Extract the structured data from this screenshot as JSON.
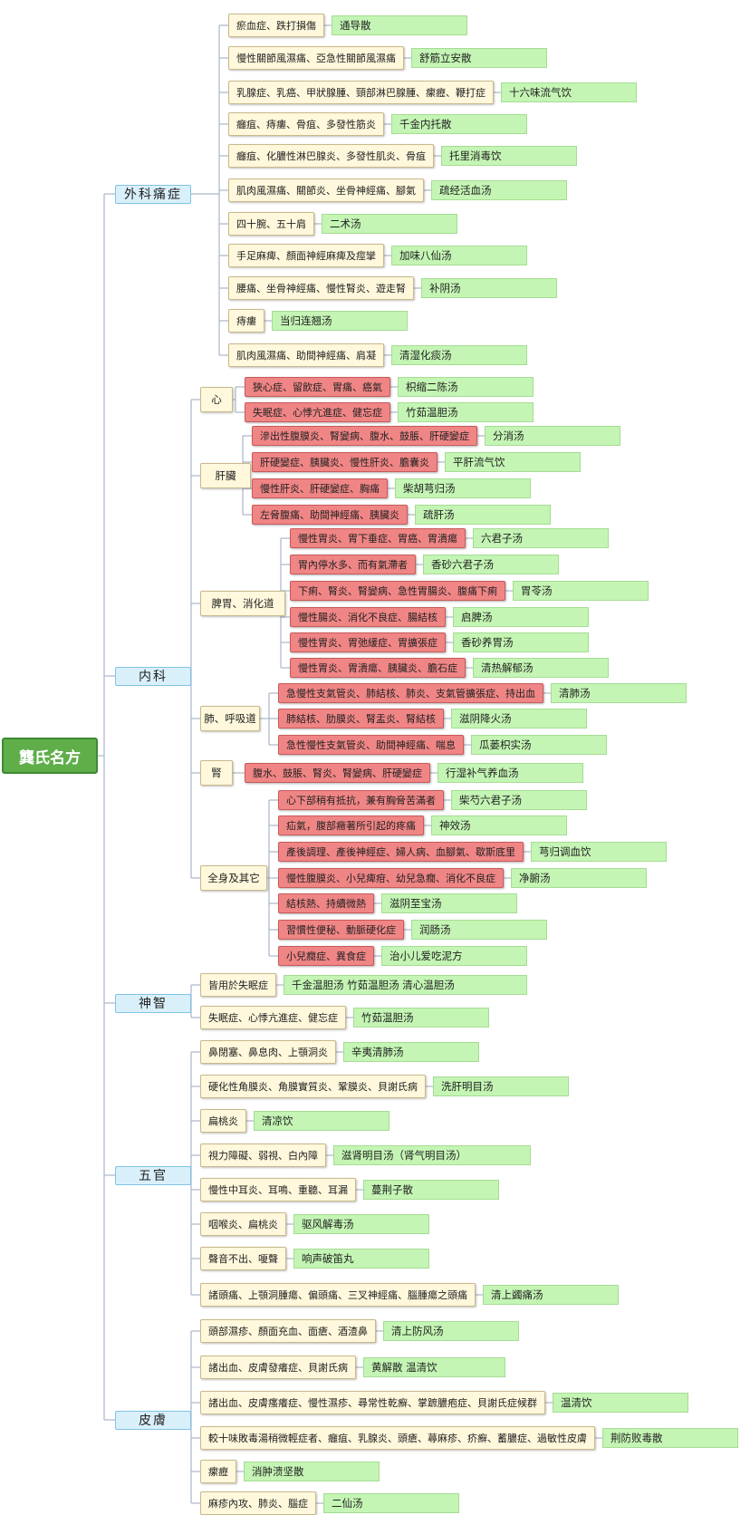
{
  "root": "龔氏名方",
  "categories": [
    {
      "label": "外科痛症",
      "items": [
        {
          "cond": "瘀血症、跌打損傷",
          "rem": "通导散"
        },
        {
          "cond": "慢性關節風濕痛、亞急性關節風濕痛",
          "rem": "舒筋立安散"
        },
        {
          "cond": "乳腺症、乳癌、甲狀腺腫、頸部淋巴腺腫、瘰癧、鞭打症",
          "rem": "十六味流气饮"
        },
        {
          "cond": "癰疽、痔瘻、骨疽、多發性筋炎",
          "rem": "千金内托散"
        },
        {
          "cond": "癰疽、化膿性淋巴腺炎、多發性肌炎、骨疽",
          "rem": "托里消毒饮"
        },
        {
          "cond": "肌肉風濕痛、關節炎、坐骨神經痛、腳氣",
          "rem": "疏经活血汤"
        },
        {
          "cond": "四十腕、五十肩",
          "rem": "二术汤"
        },
        {
          "cond": "手足麻痺、顏面神經麻痺及痙攣",
          "rem": "加味八仙汤"
        },
        {
          "cond": "腰痛、坐骨神經痛、慢性腎炎、遊走腎",
          "rem": "补阴汤"
        },
        {
          "cond": "痔瘻",
          "rem": "当归连翘汤"
        },
        {
          "cond": "肌肉風濕痛、助間神經痛、肩凝",
          "rem": "清湿化痰汤"
        }
      ]
    },
    {
      "label": "内科",
      "subs": [
        {
          "label": "心",
          "items": [
            {
              "cond": "狹心症、留飲症、胃痛、癌氣",
              "rem": "枳缩二陈汤"
            },
            {
              "cond": "失眠症、心悸亢進症、健忘症",
              "rem": "竹茹温胆汤"
            }
          ]
        },
        {
          "label": "肝臟",
          "items": [
            {
              "cond": "滲出性腹膜炎、腎變病、腹水、鼓脹、肝硬變症",
              "rem": "分消汤"
            },
            {
              "cond": "肝硬變症、胰臟炎、慢性肝炎、膽囊炎",
              "rem": "平肝流气饮"
            },
            {
              "cond": "慢性肝炎、肝硬變症、胸痛",
              "rem": "柴胡芎归汤"
            },
            {
              "cond": "左脅腹痛、助間神經痛、胰臟炎",
              "rem": "疏肝汤"
            }
          ]
        },
        {
          "label": "脾胃、消化道",
          "items": [
            {
              "cond": "慢性胃炎、胃下垂症、胃癌、胃潰瘍",
              "rem": "六君子汤"
            },
            {
              "cond": "胃內停水多、而有氣滯者",
              "rem": "香砂六君子汤"
            },
            {
              "cond": "下痢、腎炎、腎變病、急性胃腸炎、腹痛下痢",
              "rem": "胃苓汤"
            },
            {
              "cond": "慢性腸炎、消化不良症、腸結核",
              "rem": "启脾汤"
            },
            {
              "cond": "慢性胃炎、胃弛緩症、胃擴張症",
              "rem": "香砂养胃汤"
            },
            {
              "cond": "慢性胃炎、胃潰瘍、胰臟炎、膽石症",
              "rem": "清热解郁汤"
            }
          ]
        },
        {
          "label": "肺、呼吸道",
          "items": [
            {
              "cond": "急慢性支氣管炎、肺結核、肺炎、支氣管擴張症、持出血",
              "rem": "清肺汤"
            },
            {
              "cond": "肺結核、肋膜炎、腎盂炎、腎結核",
              "rem": "滋阴降火汤"
            },
            {
              "cond": "急性慢性支氣管炎、助間神經痛、喘息",
              "rem": "瓜蒌枳实汤"
            }
          ]
        },
        {
          "label": "腎",
          "items": [
            {
              "cond": "腹水、鼓脹、腎炎、腎變病、肝硬變症",
              "rem": "行湿补气养血汤"
            }
          ]
        },
        {
          "label": "全身及其它",
          "items": [
            {
              "cond": "心下部稍有抵抗，兼有胸脅苦滿者",
              "rem": "柴芍六君子汤"
            },
            {
              "cond": "疝氣，腹部癥著所引起的疼痛",
              "rem": "神效汤"
            },
            {
              "cond": "產後調理、產後神經症、婦人病、血腳氣、歇斯底里",
              "rem": "芎归调血饮"
            },
            {
              "cond": "慢性腹膜炎、小兒痺疳、幼兒急癇、消化不良症",
              "rem": "净腑汤"
            },
            {
              "cond": "結核熱、持續微熱",
              "rem": "滋阴至宝汤"
            },
            {
              "cond": "習慣性便秘、動脈硬化症",
              "rem": "润肠汤"
            },
            {
              "cond": "小兒癇症、異食症",
              "rem": "治小儿爱吃泥方"
            }
          ]
        }
      ]
    },
    {
      "label": "神智",
      "items": [
        {
          "cond": "皆用於失眠症",
          "rem": "千金温胆汤  竹茹温胆汤  清心温胆汤"
        },
        {
          "cond": "失眠症、心悸亢進症、健忘症",
          "rem": "竹茹温胆汤"
        }
      ]
    },
    {
      "label": "五官",
      "items": [
        {
          "cond": "鼻閉塞、鼻息肉、上顎洞炎",
          "rem": "辛夷清肺汤"
        },
        {
          "cond": "硬化性角膜炎、角膜實質炎、鞏膜炎、貝謝氏病",
          "rem": "洗肝明目汤"
        },
        {
          "cond": "扁桃炎",
          "rem": "清凉饮"
        },
        {
          "cond": "視力障礙、弱視、白內障",
          "rem": "滋肾明目汤（肾气明目汤）"
        },
        {
          "cond": "慢性中耳炎、耳鳴、重聽、耳漏",
          "rem": "蔓荆子散"
        },
        {
          "cond": "咽喉炎、扁桃炎",
          "rem": "驱风解毒汤"
        },
        {
          "cond": "聲音不出、嗄聲",
          "rem": "响声破笛丸"
        },
        {
          "cond": "諸頭痛、上顎洞腫瘍、偏頭痛、三叉神經痛、腦腫瘍之頭痛",
          "rem": "清上蠲痛汤"
        }
      ]
    },
    {
      "label": "皮膚",
      "items": [
        {
          "cond": "頭部濕疹、顏面充血、面瘡、酒渣鼻",
          "rem": "清上防风汤"
        },
        {
          "cond": "諸出血、皮膚發癢症、貝謝氏病",
          "rem": "黄解散  温清饮"
        },
        {
          "cond": "諸出血、皮膚瘙癢症、慢性濕疹、尋常性乾癬、掌蹠膿疱症、貝謝氏症候群",
          "rem": "温清饮"
        },
        {
          "cond": "較十味敗毒湯稍微輕症者、癰疽、乳腺炎、頭瘡、蕁麻疹、疥癬、蓄膿症、過敏性皮膚",
          "rem": "荆防败毒散"
        },
        {
          "cond": "瘰癧",
          "rem": "消肿溃坚散"
        },
        {
          "cond": "麻疹內攻、肺炎、腦症",
          "rem": "二仙汤"
        }
      ]
    }
  ]
}
